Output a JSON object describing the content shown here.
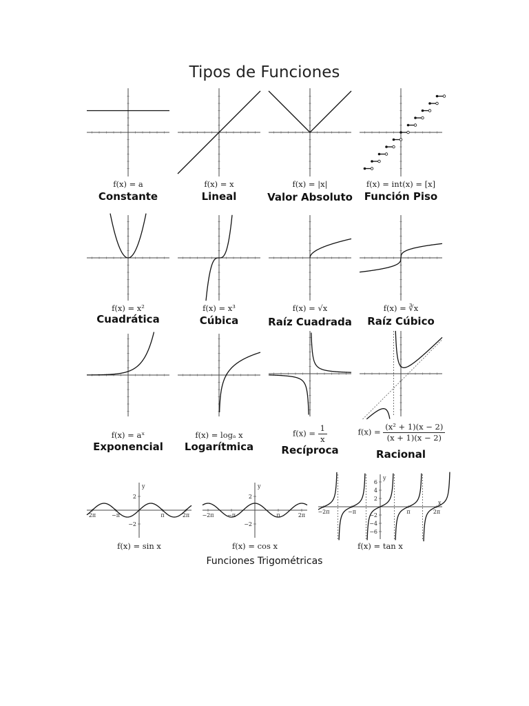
{
  "title": "Tipos de Funciones",
  "functions": [
    {
      "id": "constante",
      "formula": "f(x) = a",
      "name": "Constante"
    },
    {
      "id": "lineal",
      "formula": "f(x) = x",
      "name": "Lineal"
    },
    {
      "id": "absoluto",
      "formula": "f(x) = |x|",
      "name": "Valor Absoluto"
    },
    {
      "id": "piso",
      "formula": "f(x) = int(x) = [x]",
      "name": "Función Piso"
    },
    {
      "id": "cuadratica",
      "formula": "f(x) = x²",
      "name": "Cuadrática"
    },
    {
      "id": "cubica",
      "formula": "f(x) = x³",
      "name": "Cúbica"
    },
    {
      "id": "raiz",
      "formula": "f(x) = √x",
      "name": "Raíz Cuadrada"
    },
    {
      "id": "raizcubica",
      "formula": "f(x) = ∛x",
      "name": "Raíz Cúbico"
    },
    {
      "id": "exponencial",
      "formula": "f(x) = aˣ",
      "name": "Exponencial"
    },
    {
      "id": "logaritmica",
      "formula": "f(x) = logₐ x",
      "name": "Logarítmica"
    },
    {
      "id": "reciproca",
      "formula_prefix": "f(x) = ",
      "formula_num": "1",
      "formula_den": "x",
      "name": "Recíproca"
    },
    {
      "id": "racional",
      "formula_prefix": "f(x) = ",
      "formula_num": "(x² + 1)(x − 2)",
      "formula_den": "(x + 1)(x − 2)",
      "name": "Racional"
    }
  ],
  "trig": [
    {
      "id": "sin",
      "formula": "f(x) = sin x",
      "ticks_x": [
        "2π",
        "−π",
        "π",
        "2π"
      ],
      "ticks_y": [
        "2",
        "−2"
      ],
      "axis_y": "y"
    },
    {
      "id": "cos",
      "formula": "f(x) = cos x",
      "ticks_x": [
        "−2π",
        "−π",
        "π",
        "2π"
      ],
      "ticks_y": [
        "2",
        "−2"
      ],
      "axis_y": "y"
    },
    {
      "id": "tan",
      "formula": "f(x) = tan x",
      "ticks_x": [
        "−2π",
        "−π",
        "π",
        "2π"
      ],
      "ticks_y": [
        "6",
        "4",
        "2",
        "−2",
        "−4",
        "−6"
      ],
      "axis_x": "x",
      "axis_y": "y"
    }
  ],
  "trig_caption": "Funciones Trigométricas",
  "colors": {
    "curve": "#111111",
    "axis": "#444444",
    "grid_tick": "#666666",
    "asymptote": "#555555"
  }
}
